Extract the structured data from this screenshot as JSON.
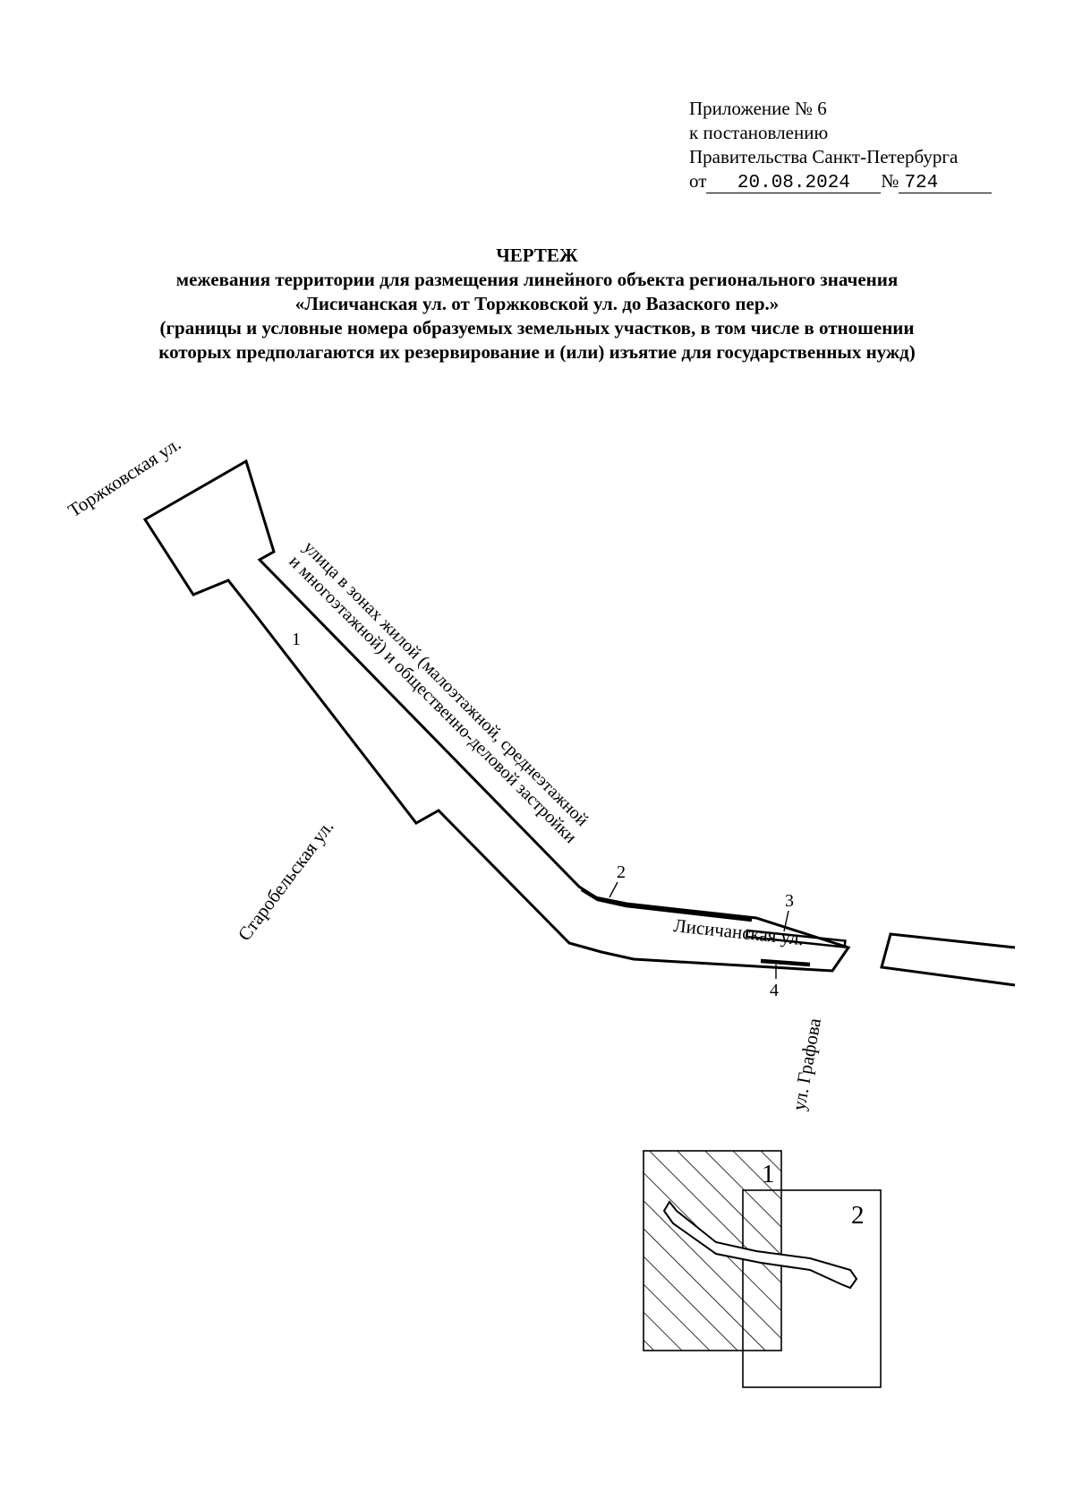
{
  "appendix": {
    "line1": "Приложение № 6",
    "line2": "к постановлению",
    "line3": "Правительства Санкт-Петербурга",
    "date_prefix": "от",
    "date": "20.08.2024",
    "number_prefix": "№",
    "number": "724"
  },
  "heading": {
    "title": "ЧЕРТЕЖ",
    "line1": "межевания территории для размещения линейного объекта регионального значения",
    "line2": "«Лисичанская ул. от Торжковской ул. до Вазаского пер.»",
    "line3": "(границы и условные номера образуемых земельных участков, в том числе в отношении",
    "line4": "которых предполагаются их резервирование и (или) изъятие для государственных нужд)"
  },
  "map": {
    "streets": {
      "torzhkovskaya": "Торжковская ул.",
      "starobelskaya": "Старобельская ул.",
      "lisichanskaya": "Лисичанская ул.",
      "grafova": "ул. Графова"
    },
    "zone_label_line1": "улица в зонах жилой (малоэтажной, среднеэтажной",
    "zone_label_line2": "и многоэтажной) и общественно-деловой застройки",
    "parcels": [
      "1",
      "2",
      "3",
      "4"
    ]
  },
  "inset": {
    "sheets": [
      "1",
      "2"
    ],
    "hatched_sheet": "1"
  }
}
